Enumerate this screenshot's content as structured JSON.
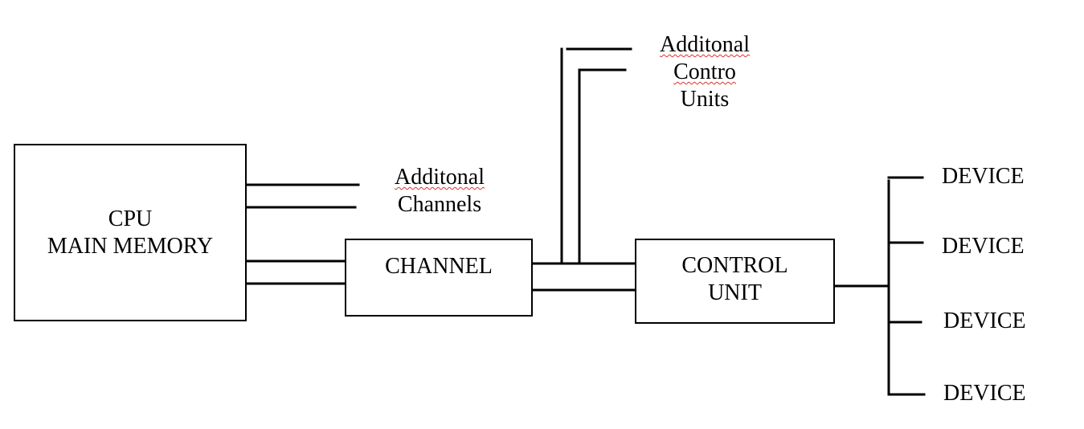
{
  "boxes": {
    "cpu": {
      "line1": "CPU",
      "line2": "MAIN MEMORY"
    },
    "channel": {
      "line1": "CHANNEL"
    },
    "control_unit": {
      "line1": "CONTROL",
      "line2": "UNIT"
    }
  },
  "labels": {
    "additional_channels": {
      "line1": "Additonal",
      "line2": "Channels"
    },
    "additional_control_units": {
      "line1": "Additonal",
      "line2": "Contro",
      "line3": "Units"
    }
  },
  "devices": [
    "DEVICE",
    "DEVICE",
    "DEVICE",
    "DEVICE"
  ],
  "colors": {
    "stroke": "#000000",
    "spellcheck_underline": "#e0302a",
    "background": "#ffffff"
  }
}
